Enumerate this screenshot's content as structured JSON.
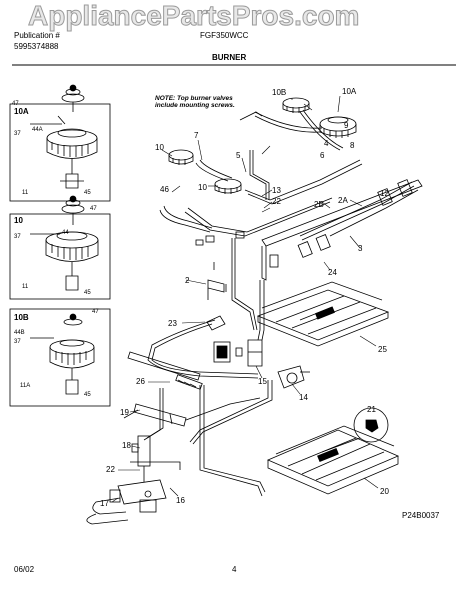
{
  "watermark": "AppliancePartsPros.com",
  "header": {
    "line1_left": "Publication #",
    "line2_left": "5995374888",
    "model": "FGF350WCC",
    "section_title": "BURNER"
  },
  "note": {
    "line1": "NOTE: Top burner valves",
    "line2": "include mounting screws."
  },
  "parts": [
    "2",
    "2A",
    "2B",
    "3",
    "5",
    "6",
    "7",
    "10",
    "10",
    "10A",
    "10A",
    "10B",
    "10B",
    "11",
    "11",
    "11A",
    "13",
    "14",
    "15",
    "16",
    "17",
    "18",
    "19",
    "20",
    "21",
    "22",
    "22",
    "23",
    "24",
    "25",
    "26",
    "37",
    "37",
    "44",
    "44A",
    "44B",
    "45",
    "45",
    "45",
    "46",
    "46",
    "47",
    "47",
    "47"
  ],
  "inset_labels": [
    "10A",
    "10",
    "10B"
  ],
  "inset_part_labels": {
    "a": [
      "47",
      "37",
      "44A",
      "11",
      "45"
    ],
    "b": [
      "47",
      "37",
      "44",
      "11",
      "45"
    ],
    "c": [
      "47",
      "44B",
      "37",
      "11A",
      "45"
    ]
  },
  "main_labels": [
    "7",
    "10",
    "5",
    "6",
    "46",
    "10",
    "13",
    "22",
    "2",
    "2B",
    "2A",
    "3",
    "24",
    "8",
    "12",
    "23",
    "25",
    "26",
    "15",
    "14",
    "19",
    "18",
    "22",
    "17",
    "16",
    "21",
    "20",
    "4",
    "10B",
    "10A",
    "9"
  ],
  "footer": {
    "date": "06/02",
    "page": "4",
    "drawing_code": "P24B0037"
  }
}
